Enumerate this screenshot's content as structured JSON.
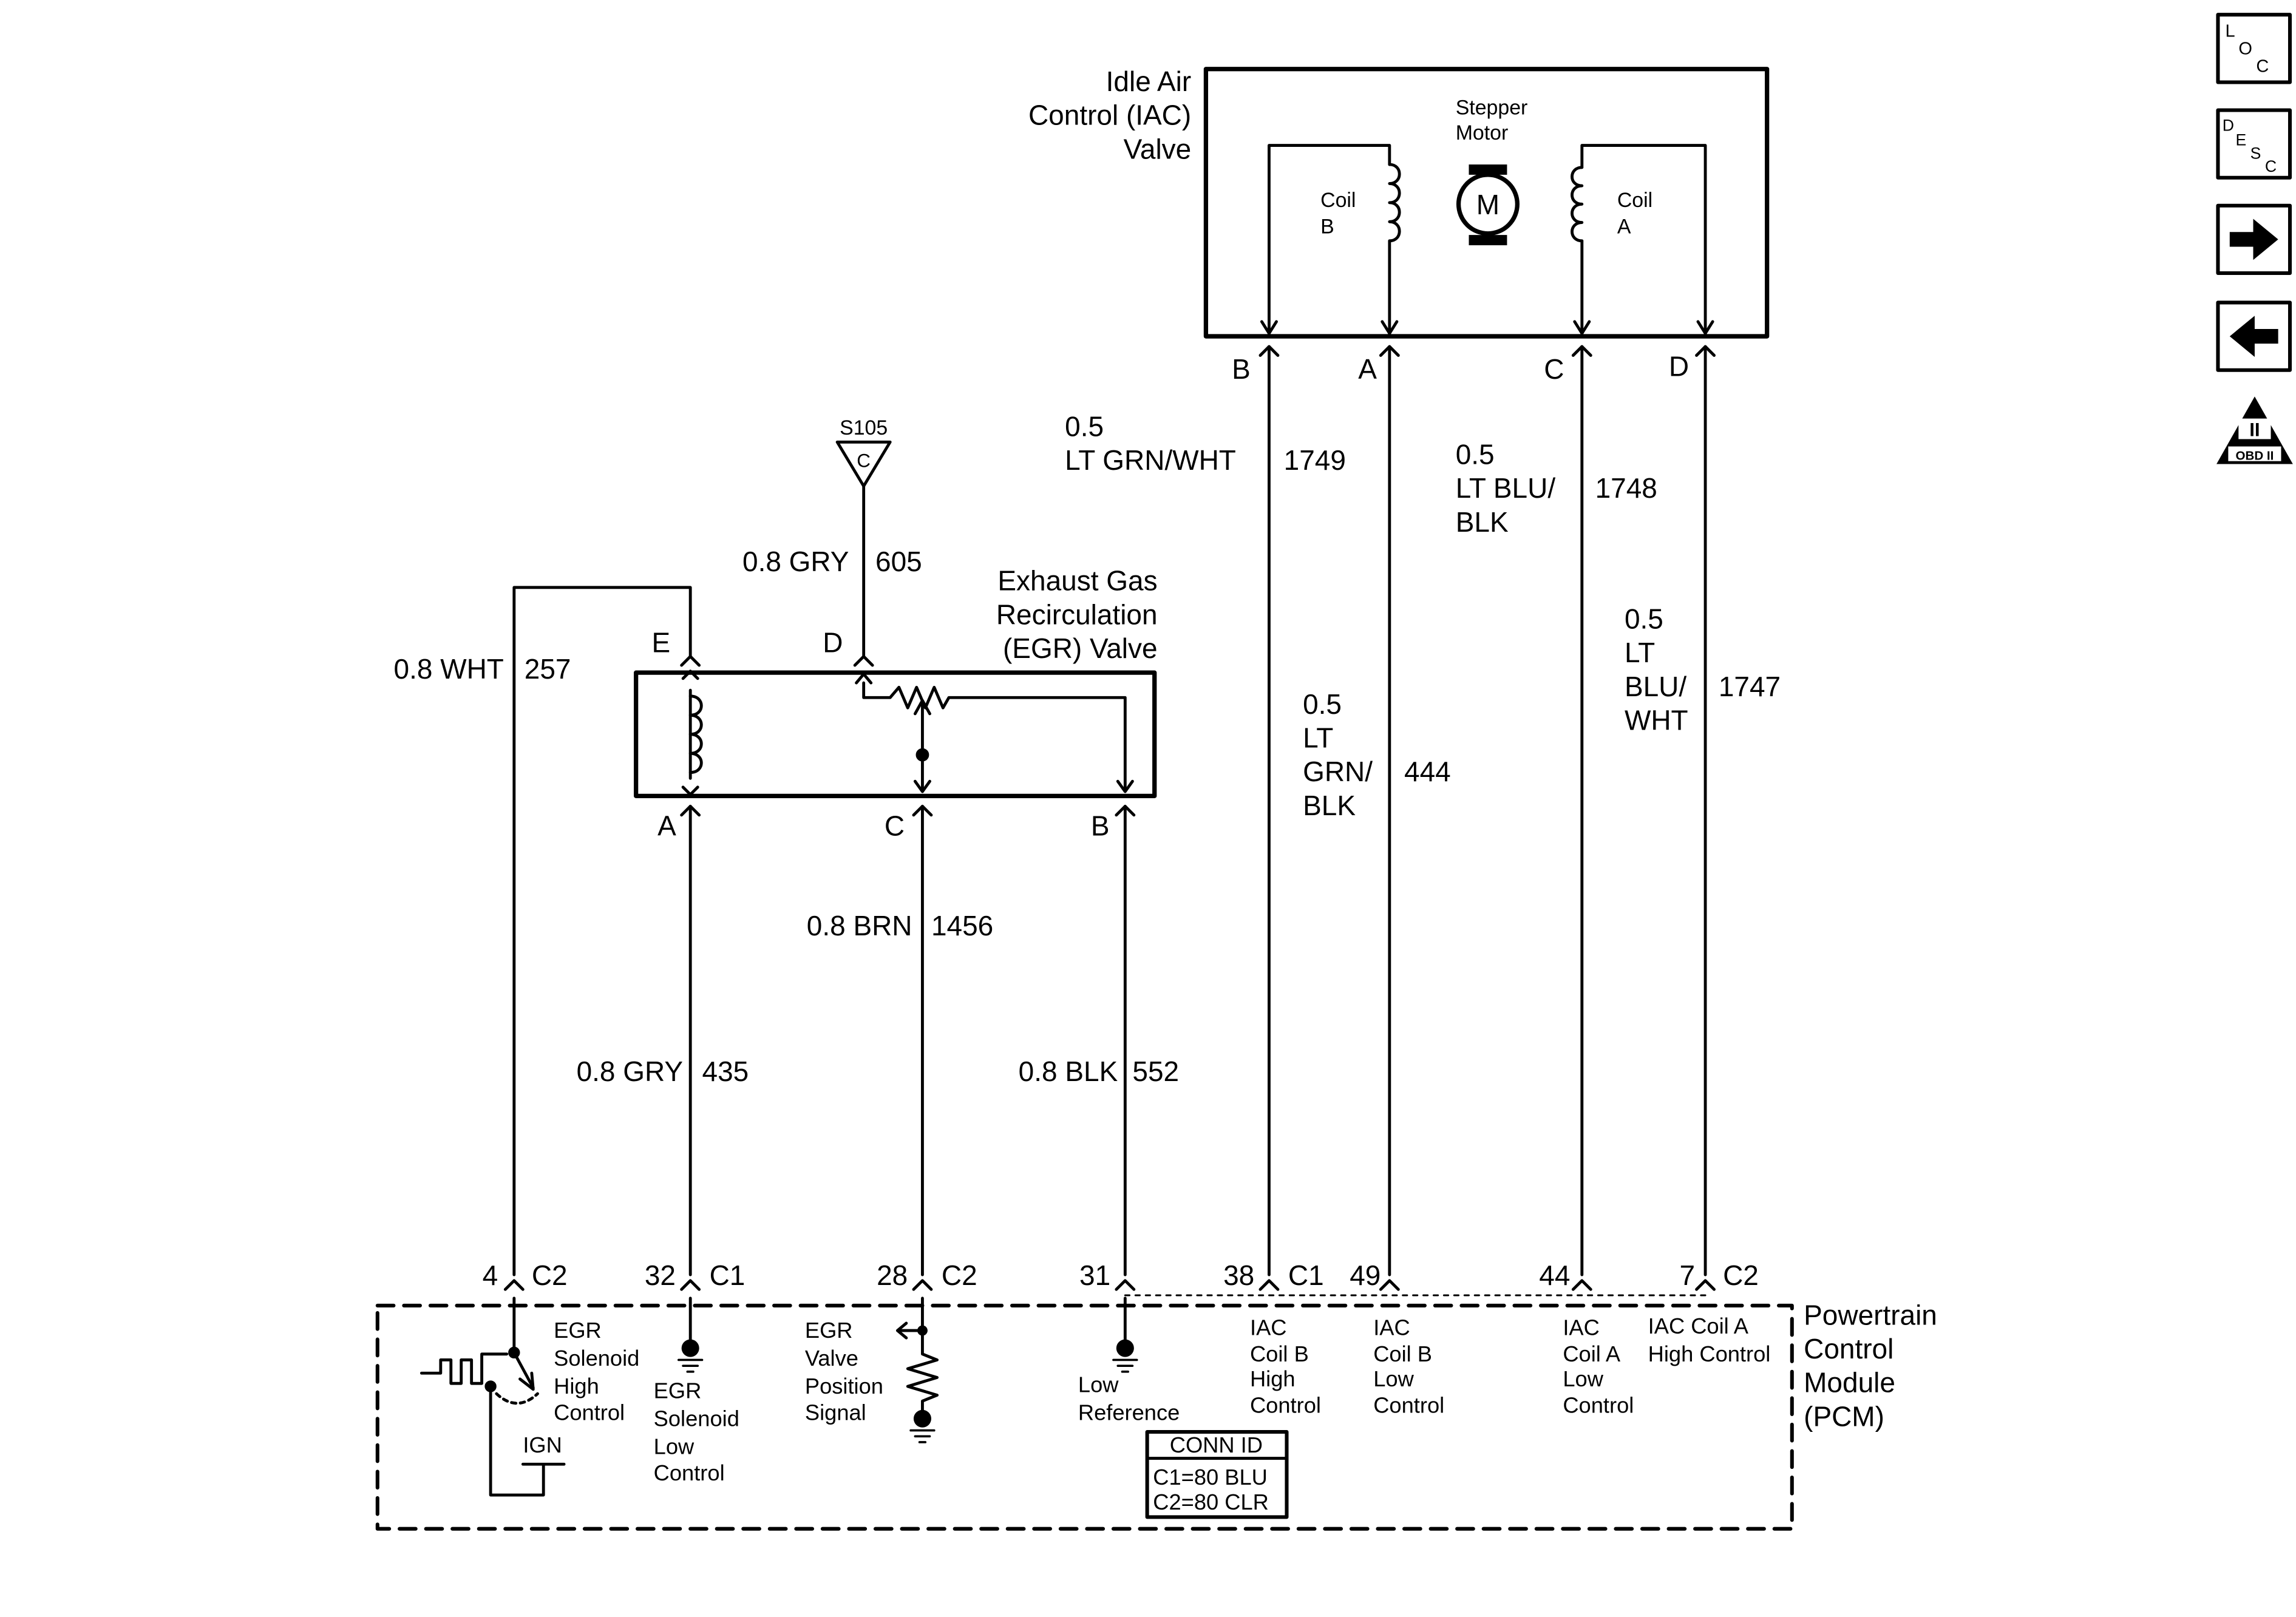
{
  "iac_valve": {
    "title_lines": [
      "Idle Air",
      "Control (IAC)",
      "Valve"
    ],
    "motor_label_lines": [
      "Stepper",
      "Motor"
    ],
    "motor_symbol": "M",
    "coil_b_lines": [
      "Coil",
      "B"
    ],
    "coil_a_lines": [
      "Coil",
      "A"
    ],
    "pins": [
      "B",
      "A",
      "C",
      "D"
    ]
  },
  "egr_valve": {
    "title_lines": [
      "Exhaust Gas",
      "Recirculation",
      "(EGR) Valve"
    ],
    "top_pins": [
      "E",
      "D"
    ],
    "bottom_pins": [
      "A",
      "C",
      "B"
    ]
  },
  "splice": {
    "name": "S105",
    "pin": "C"
  },
  "wires": {
    "w257": [
      "0.8 WHT",
      "257"
    ],
    "w605": [
      "0.8 GRY",
      "605"
    ],
    "w1456": [
      "0.8 BRN",
      "1456"
    ],
    "w435": [
      "0.8 GRY",
      "435"
    ],
    "w552": [
      "0.8 BLK",
      "552"
    ],
    "w1749": [
      "0.5",
      "LT GRN/WHT",
      "1749"
    ],
    "w444": [
      "0.5",
      "LT",
      "GRN/",
      "BLK",
      "444"
    ],
    "w1748": [
      "0.5",
      "LT BLU/",
      "BLK",
      "1748"
    ],
    "w1747": [
      "0.5",
      "LT",
      "BLU/",
      "WHT",
      "1747"
    ]
  },
  "pcm": {
    "title_lines": [
      "Powertrain",
      "Control",
      "Module",
      "(PCM)"
    ],
    "terminals": [
      {
        "pin": "4",
        "conn": "C2"
      },
      {
        "pin": "32",
        "conn": "C1"
      },
      {
        "pin": "28",
        "conn": "C2"
      },
      {
        "pin": "31",
        "conn": ""
      },
      {
        "pin": "38",
        "conn": "C1"
      },
      {
        "pin": "49",
        "conn": ""
      },
      {
        "pin": "44",
        "conn": ""
      },
      {
        "pin": "7",
        "conn": "C2"
      }
    ],
    "circuits": {
      "egr_high": [
        "EGR",
        "Solenoid",
        "High",
        "Control"
      ],
      "egr_low": [
        "EGR",
        "Solenoid",
        "Low",
        "Control"
      ],
      "egr_pos": [
        "EGR",
        "Valve",
        "Position",
        "Signal"
      ],
      "low_ref": [
        "Low",
        "Reference"
      ],
      "iac_b_high": [
        "IAC",
        "Coil B",
        "High",
        "Control"
      ],
      "iac_b_low": [
        "IAC",
        "Coil B",
        "Low",
        "Control"
      ],
      "iac_a_low": [
        "IAC",
        "Coil A",
        "Low",
        "Control"
      ],
      "iac_a_high": [
        "IAC Coil A",
        "High Control"
      ]
    },
    "ign_label": "IGN",
    "conn_id": {
      "title": "CONN ID",
      "lines": [
        "C1=80 BLU",
        "C2=80 CLR"
      ]
    }
  },
  "nav": {
    "loc": [
      "L",
      "O",
      "C"
    ],
    "desc": [
      "D",
      "E",
      "S",
      "C"
    ],
    "obd": {
      "top": "II",
      "bottom": "OBD II"
    }
  }
}
